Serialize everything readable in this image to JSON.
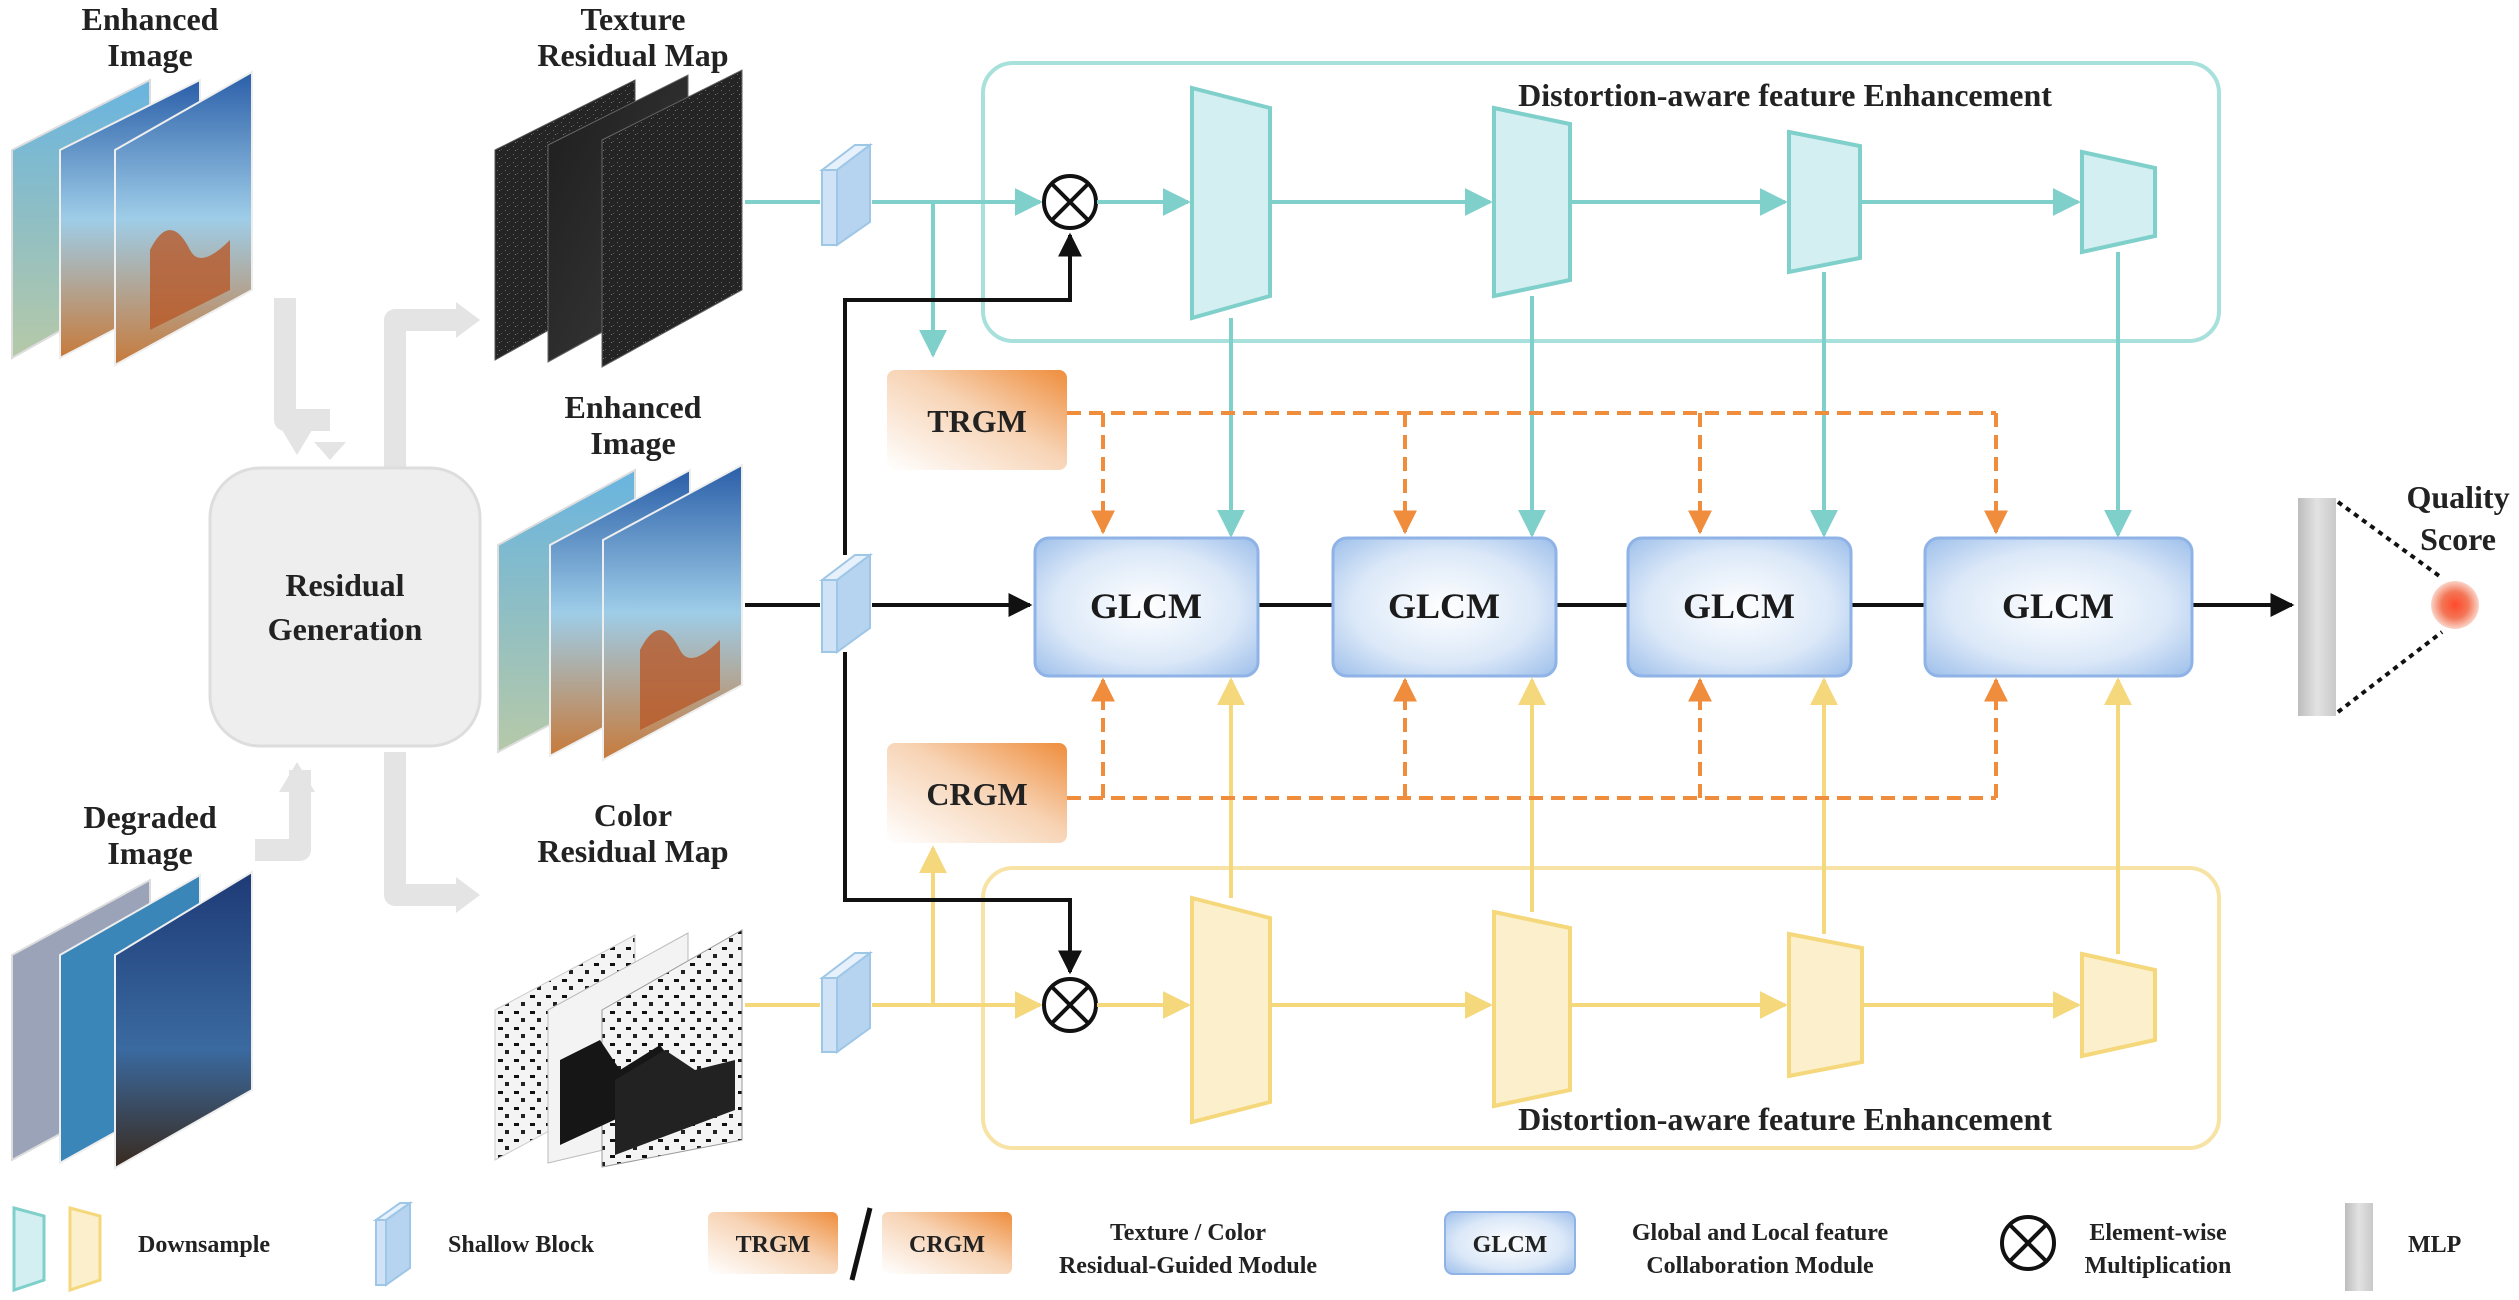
{
  "labels": {
    "enhanced_image_top": [
      "Enhanced",
      "Image"
    ],
    "texture_residual_map": [
      "Texture",
      "Residual Map"
    ],
    "enhanced_image_mid": [
      "Enhanced",
      "Image"
    ],
    "degraded_image": [
      "Degraded",
      "Image"
    ],
    "color_residual_map": [
      "Color",
      "Residual Map"
    ],
    "residual_generation": [
      "Residual",
      "Generation"
    ],
    "dfe_top": "Distortion-aware feature Enhancement",
    "dfe_bottom": "Distortion-aware feature Enhancement",
    "trgm": "TRGM",
    "crgm": "CRGM",
    "glcm": [
      "GLCM",
      "GLCM",
      "GLCM",
      "GLCM"
    ],
    "quality_score": [
      "Quality",
      "Score"
    ]
  },
  "legend": {
    "downsample": "Downsample",
    "shallow_block": "Shallow Block",
    "trgm": "TRGM",
    "crgm": "CRGM",
    "residual_module": [
      "Texture /  Color",
      "Residual-Guided Module"
    ],
    "glcm": "GLCM",
    "glcm_desc": [
      "Global and Local feature",
      "Collaboration Module"
    ],
    "elementwise": [
      "Element-wise",
      "Multiplication"
    ],
    "mlp": "MLP"
  },
  "colors": {
    "teal": "#7fcfcb",
    "teal_fill": "#d4eff1",
    "yellow": "#f5d77c",
    "yellow_fill": "#fcf0cc",
    "orange": "#ef8d3c",
    "glcm_fill": "#a9c7ee",
    "glcm_edge": "#7ea8e0",
    "gray_arrow": "#e2e2e2",
    "mlp": "#c8c8c8",
    "score": "#f05a3a"
  }
}
